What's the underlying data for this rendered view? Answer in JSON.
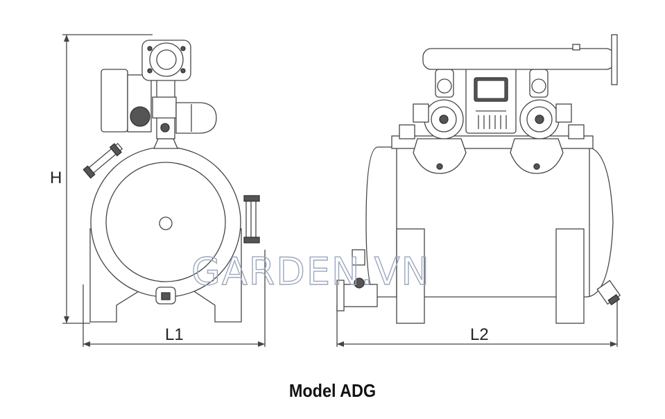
{
  "labels": {
    "height": "H",
    "length_side": "L1",
    "length_front": "L2"
  },
  "watermark": "GARDEN.VN",
  "caption": "Model ADG"
}
